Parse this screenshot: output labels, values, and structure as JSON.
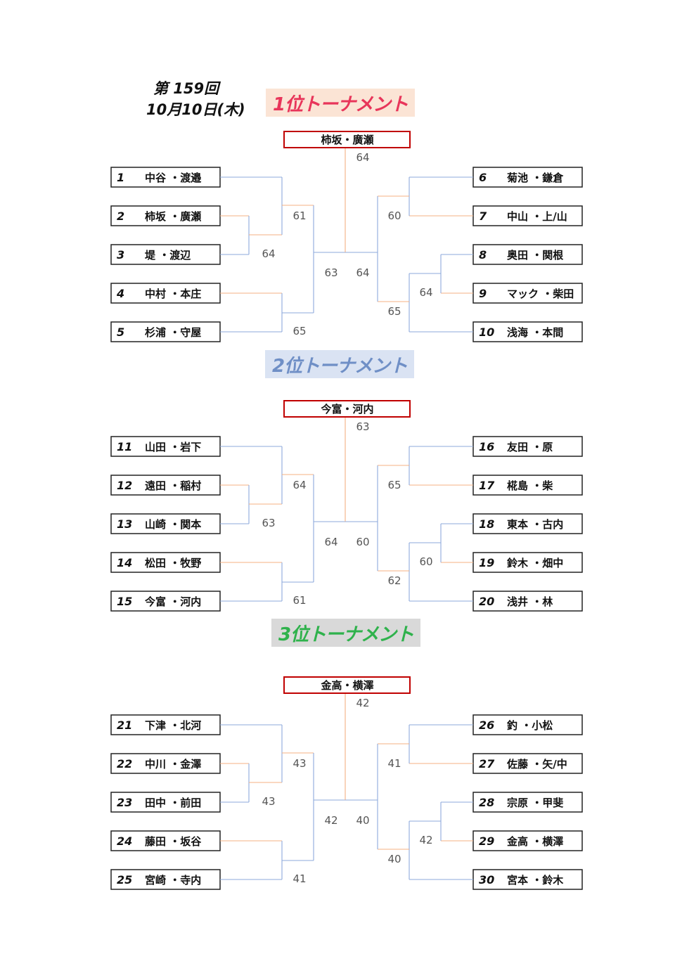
{
  "header": {
    "round": "第 159回",
    "date": "10月10日(木)"
  },
  "colors": {
    "blue_line": "#8eaadb",
    "orange_line": "#f4b183",
    "winner_border": "#c00000",
    "tournament_1_bg": "#fbe4d5",
    "tournament_1_text": "#e8355a",
    "tournament_2_bg": "#dae3f3",
    "tournament_2_text": "#6f8fc6",
    "tournament_3_bg": "#d9d9d9",
    "tournament_3_text": "#2fb24c"
  },
  "tournaments": [
    {
      "title": "1位トーナメント",
      "winner": "柿坂・廣瀬",
      "final_score": "64",
      "left": [
        {
          "no": "1",
          "pair": "中谷 ・渡邉"
        },
        {
          "no": "2",
          "pair": "柿坂 ・廣瀬"
        },
        {
          "no": "3",
          "pair": "堤 ・渡辺"
        },
        {
          "no": "4",
          "pair": "中村 ・本庄"
        },
        {
          "no": "5",
          "pair": "杉浦 ・守屋"
        }
      ],
      "right": [
        {
          "no": "6",
          "pair": "菊池 ・鎌倉"
        },
        {
          "no": "7",
          "pair": "中山 ・上/山"
        },
        {
          "no": "8",
          "pair": "奥田 ・関根"
        },
        {
          "no": "9",
          "pair": "マック ・柴田"
        },
        {
          "no": "10",
          "pair": "浅海 ・本間"
        }
      ],
      "scores": {
        "l_first": "64",
        "l_upper": "61",
        "l_lower": "65",
        "l_semi": "63",
        "r_semi": "64",
        "r_upper": "60",
        "r_first": "64",
        "r_lower": "65"
      }
    },
    {
      "title": "2位トーナメント",
      "winner": "今富・河内",
      "final_score": "63",
      "left": [
        {
          "no": "11",
          "pair": "山田 ・岩下"
        },
        {
          "no": "12",
          "pair": "遠田 ・稲村"
        },
        {
          "no": "13",
          "pair": "山崎 ・関本"
        },
        {
          "no": "14",
          "pair": "松田 ・牧野"
        },
        {
          "no": "15",
          "pair": "今富 ・河内"
        }
      ],
      "right": [
        {
          "no": "16",
          "pair": "友田 ・原"
        },
        {
          "no": "17",
          "pair": "椛島 ・柴"
        },
        {
          "no": "18",
          "pair": "東本 ・古内"
        },
        {
          "no": "19",
          "pair": "鈴木 ・畑中"
        },
        {
          "no": "20",
          "pair": "浅井 ・林"
        }
      ],
      "scores": {
        "l_first": "63",
        "l_upper": "64",
        "l_lower": "61",
        "l_semi": "64",
        "r_semi": "60",
        "r_upper": "65",
        "r_first": "60",
        "r_lower": "62"
      }
    },
    {
      "title": "3位トーナメント",
      "winner": "金高・横澤",
      "final_score": "42",
      "left": [
        {
          "no": "21",
          "pair": "下津 ・北河"
        },
        {
          "no": "22",
          "pair": "中川 ・金澤"
        },
        {
          "no": "23",
          "pair": "田中 ・前田"
        },
        {
          "no": "24",
          "pair": "藤田 ・坂谷"
        },
        {
          "no": "25",
          "pair": "宮崎 ・寺内"
        }
      ],
      "right": [
        {
          "no": "26",
          "pair": "釣 ・小松"
        },
        {
          "no": "27",
          "pair": "佐藤 ・矢/中"
        },
        {
          "no": "28",
          "pair": "宗原 ・甲斐"
        },
        {
          "no": "29",
          "pair": "金高 ・横澤"
        },
        {
          "no": "30",
          "pair": "宮本 ・鈴木"
        }
      ],
      "scores": {
        "l_first": "43",
        "l_upper": "43",
        "l_lower": "41",
        "l_semi": "42",
        "r_semi": "40",
        "r_upper": "41",
        "r_first": "42",
        "r_lower": "40"
      }
    }
  ]
}
